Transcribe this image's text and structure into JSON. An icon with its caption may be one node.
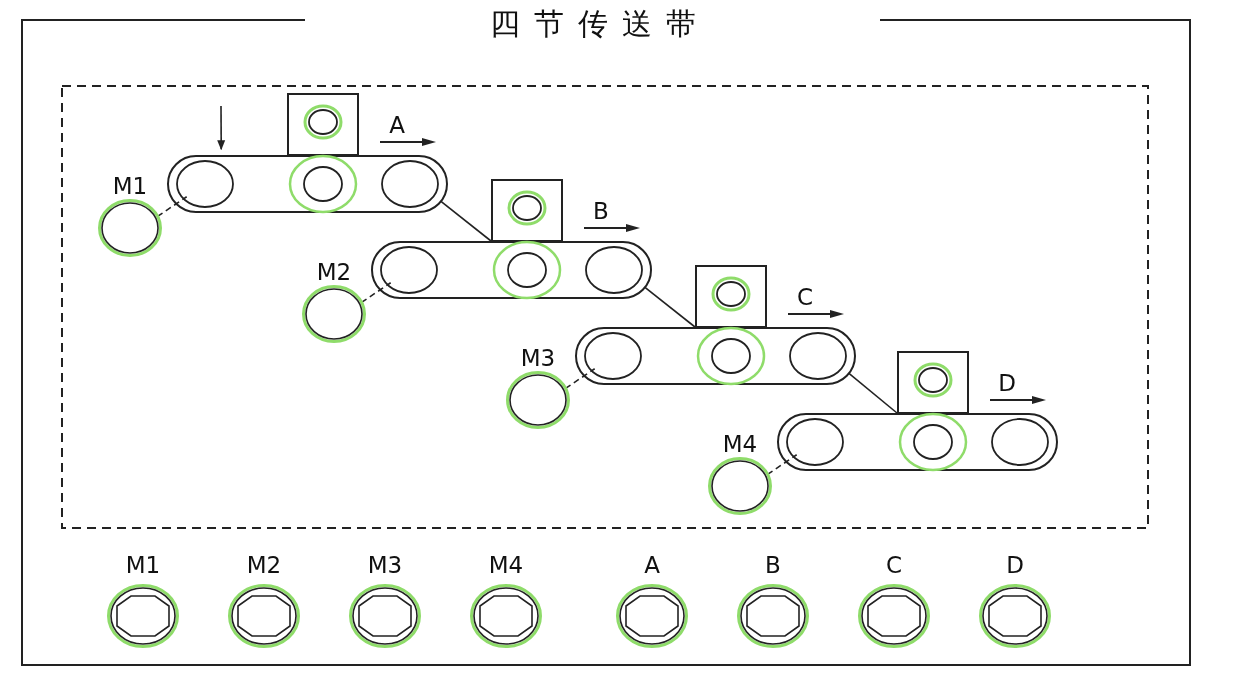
{
  "diagram": {
    "title": "四节传送带",
    "nodes": [
      {
        "text": [],
        "shape": "box",
        "beside": [
          "A"
        ]
      },
      {
        "text": [],
        "shape": "conveyor"
      },
      {
        "text": [],
        "shape": "circle",
        "beside": [
          "M1"
        ]
      },
      {
        "text": [],
        "shape": "box",
        "beside": [
          "B"
        ]
      },
      {
        "text": [],
        "shape": "conveyor"
      },
      {
        "text": [],
        "shape": "circle",
        "beside": [
          "M2"
        ]
      },
      {
        "text": [],
        "shape": "box",
        "beside": [
          "C"
        ]
      },
      {
        "text": [],
        "shape": "conveyor"
      },
      {
        "text": [],
        "shape": "circle",
        "beside": [
          "M3"
        ]
      },
      {
        "text": [],
        "shape": "box",
        "beside": [
          "D"
        ]
      },
      {
        "text": [],
        "shape": "conveyor"
      },
      {
        "text": [],
        "shape": "circle",
        "beside": [
          "M4"
        ]
      },
      {
        "text": [],
        "shape": "circle",
        "beside": [
          "M1"
        ]
      },
      {
        "text": [],
        "shape": "circle",
        "beside": [
          "M2"
        ]
      },
      {
        "text": [],
        "shape": "circle",
        "beside": [
          "M3"
        ]
      },
      {
        "text": [],
        "shape": "circle",
        "beside": [
          "M4"
        ]
      },
      {
        "text": [],
        "shape": "circle",
        "beside": [
          "A"
        ]
      },
      {
        "text": [],
        "shape": "circle",
        "beside": [
          "B"
        ]
      },
      {
        "text": [],
        "shape": "circle",
        "beside": [
          "C"
        ]
      },
      {
        "text": [],
        "shape": "circle",
        "beside": [
          "D"
        ]
      }
    ],
    "edges": [
      {
        "from": null,
        "to": 1,
        "arrow": "to"
      },
      {
        "from": 2,
        "to": 1,
        "arrow": "none",
        "style": "dashed"
      },
      {
        "from": 1,
        "to": 3,
        "arrow": "none"
      },
      {
        "from": 5,
        "to": 4,
        "arrow": "none",
        "style": "dashed"
      },
      {
        "from": 4,
        "to": 6,
        "arrow": "none"
      },
      {
        "from": 8,
        "to": 7,
        "arrow": "none",
        "style": "dashed"
      },
      {
        "from": 7,
        "to": 9,
        "arrow": "none"
      },
      {
        "from": 11,
        "to": 10,
        "arrow": "none",
        "style": "dashed"
      }
    ]
  }
}
